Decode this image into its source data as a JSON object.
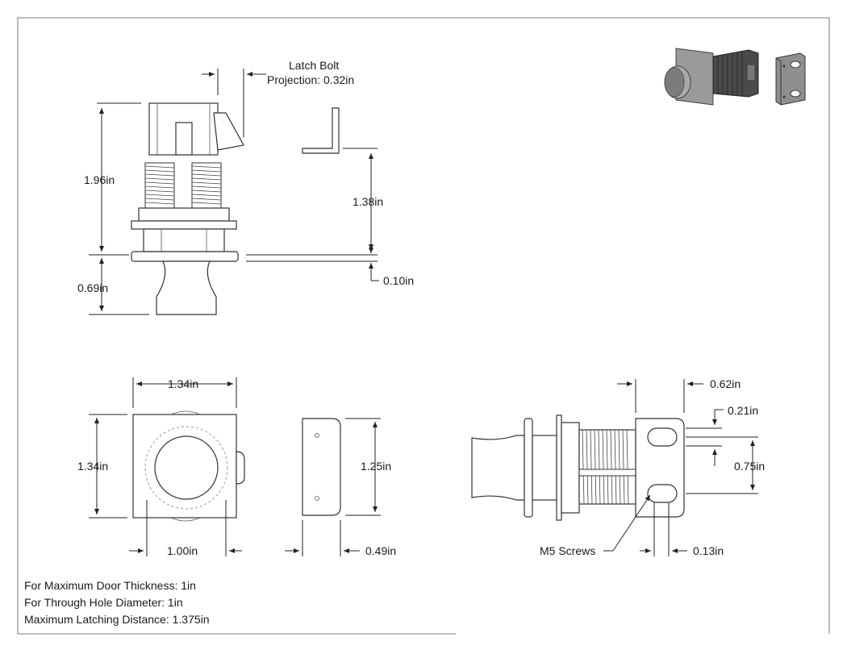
{
  "callouts": {
    "latch_bolt_1": "Latch Bolt",
    "latch_bolt_2": "Projection: 0.32in",
    "m5_screws": "M5 Screws"
  },
  "dimensions": {
    "height_total": "1.96in",
    "knob_height": "0.69in",
    "bracket_height": "1.38in",
    "bracket_thickness": "0.10in",
    "front_width": "1.34in",
    "front_height": "1.34in",
    "knob_diameter": "1.00in",
    "plate_height": "1.25in",
    "plate_width": "0.49in",
    "side_offset": "0.62in",
    "slot_width": "0.21in",
    "slot_spacing": "0.75in",
    "slot_gap": "0.13in"
  },
  "notes": [
    "For Maximum Door Thickness: 1in",
    "For Through Hole Diameter: 1in",
    "Maximum Latching Distance: 1.375in"
  ],
  "colors": {
    "line": "#333333",
    "shade": "#8a8a8a"
  }
}
